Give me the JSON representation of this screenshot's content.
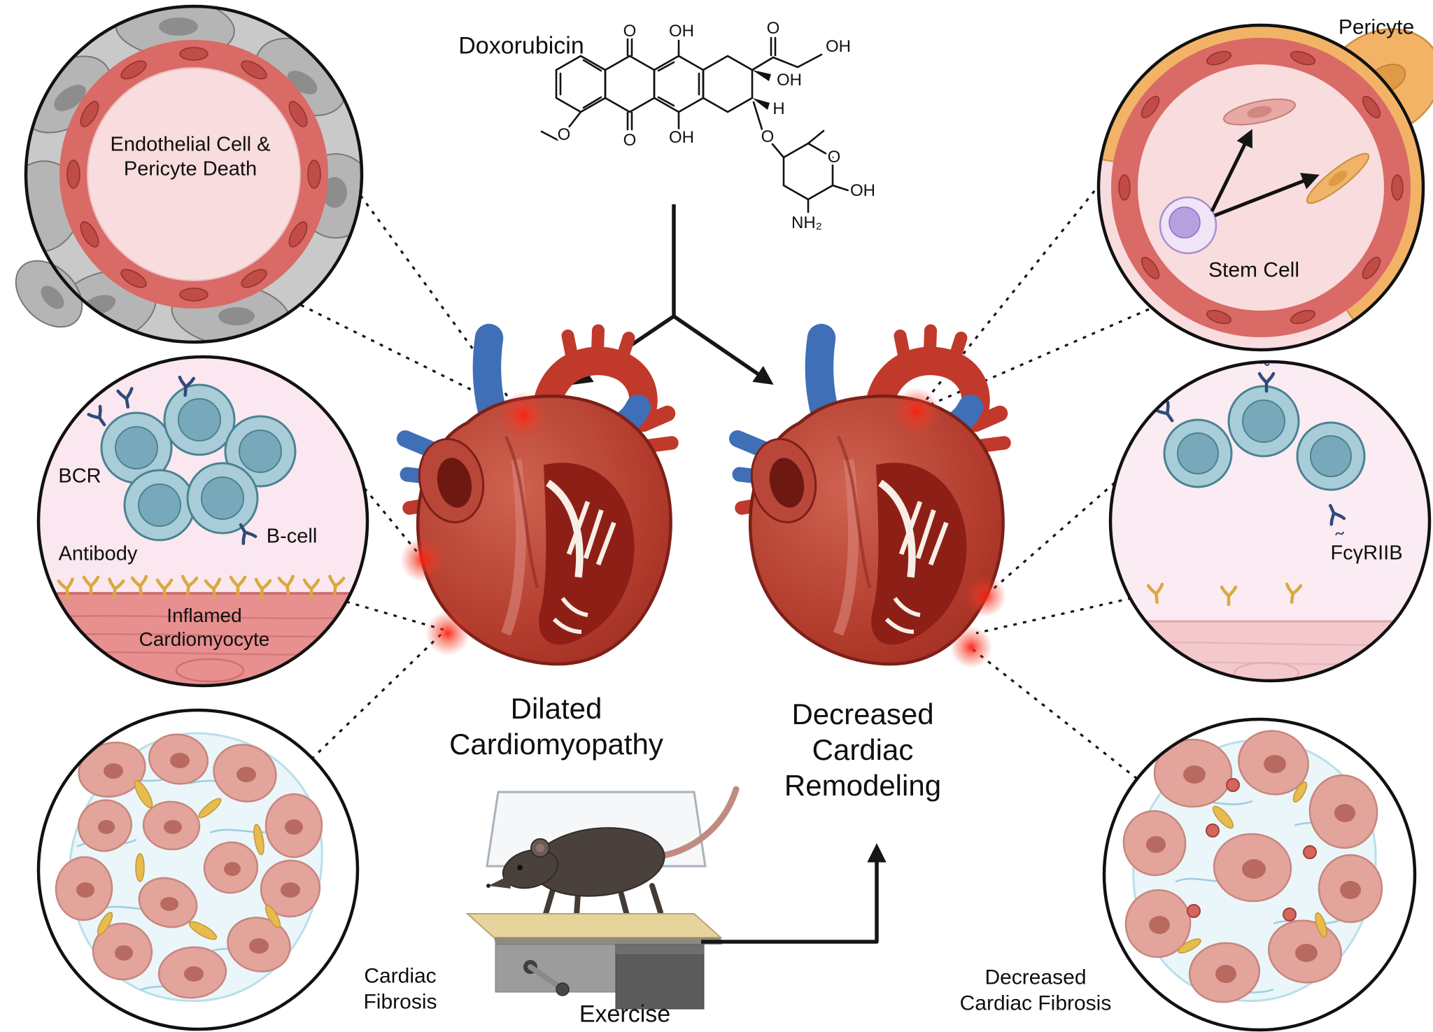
{
  "molecule": {
    "name": "Doxorubicin",
    "atom_labels": {
      "quinone_top_o": "O",
      "hydroxyl_top": "OH",
      "ketone_o": "O",
      "primary_alcohol_oh": "OH",
      "tertiary_oh": "OH",
      "quinone_bottom_o": "O",
      "hydroxyl_bottom": "OH",
      "methoxy_o": "O",
      "stereo_h": "H",
      "glycosidic_o": "O",
      "sugar_ring_o": "O",
      "sugar_oh": "OH",
      "sugar_amine": "NH₂"
    }
  },
  "hearts": {
    "left_label": "Dilated Cardiomyopathy",
    "right_label": "Decreased Cardiac Remodeling"
  },
  "exercise": {
    "label": "Exercise"
  },
  "panels": {
    "endothelial_death": {
      "caption": "Endothelial Cell & Pericyte Death"
    },
    "stem_cell": {
      "pericyte_label": "Pericyte",
      "stem_cell_label": "Stem Cell"
    },
    "b_cell": {
      "bcr_label": "BCR",
      "antibody_label": "Antibody",
      "b_cell_label": "B-cell",
      "cardiomyocyte_label": "Inflamed Cardiomyocyte"
    },
    "fc_receptor": {
      "receptor_label": "FcγRIIB"
    },
    "fibrosis": {
      "caption": "Cardiac Fibrosis"
    },
    "decreased_fibrosis": {
      "caption": "Decreased Cardiac Fibrosis"
    }
  },
  "colors": {
    "heart_red": "#B23B2C",
    "aorta_red": "#C0392B",
    "vessel_blue": "#3E6FB7",
    "b_cell_teal": "#A9CDD8",
    "antibody_gold": "#D9A93F",
    "receptor_navy": "#2F4A7A",
    "pericyte_orange": "#F2B366",
    "stem_cell_purple": "#B89FE0",
    "dying_cell_gray": "#B5B5B5",
    "vessel_wall_red": "#D96A66",
    "lumen_pink": "#F8DCDE",
    "inflamed_band_red": "#E88F8F",
    "myocyte_pink": "#E2A49B",
    "fibroblast_yellow": "#E8BB4E",
    "fiber_blue": "#9CCFDE"
  }
}
